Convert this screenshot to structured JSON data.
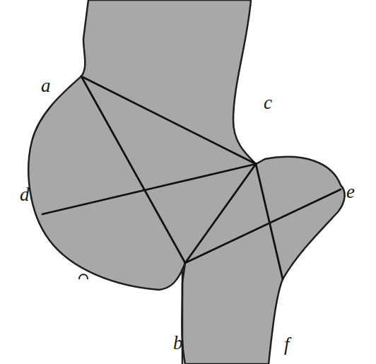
{
  "diagram": {
    "labels": [
      "a",
      "c",
      "d",
      "e",
      "b",
      "f"
    ]
  }
}
